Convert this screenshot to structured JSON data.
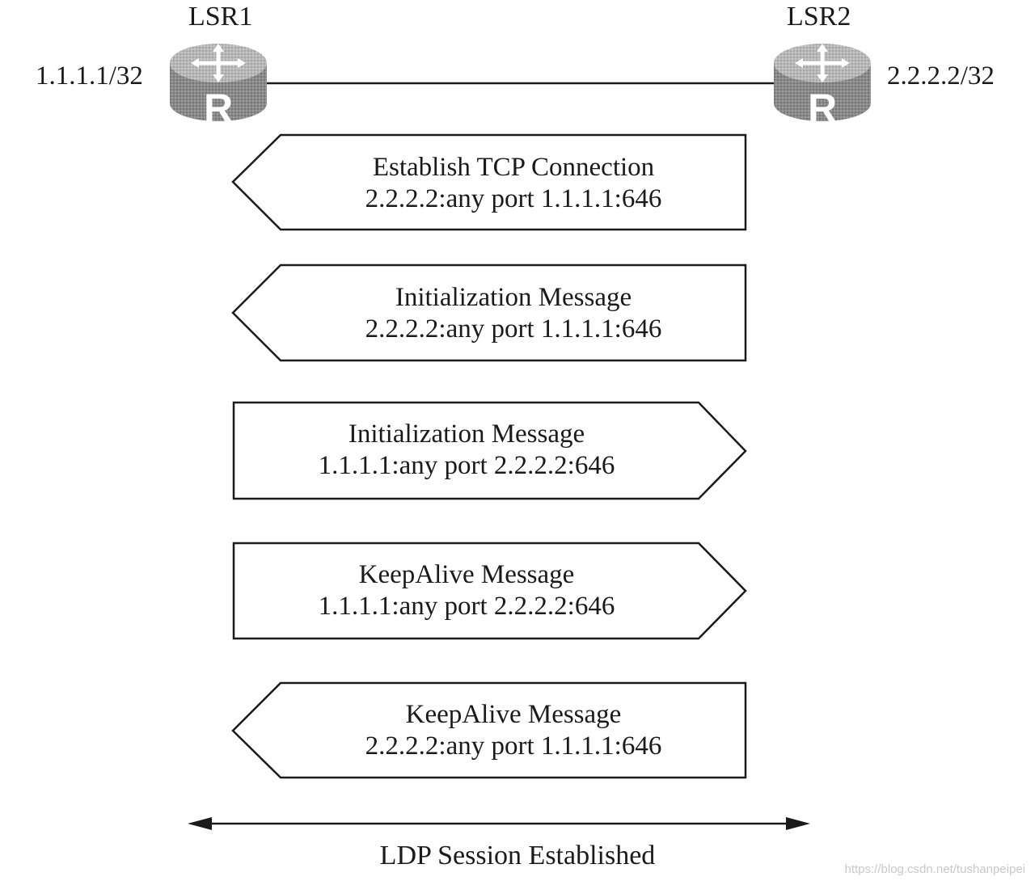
{
  "routers": {
    "left": {
      "name": "LSR1",
      "address": "1.1.1.1/32",
      "icon": "router-icon",
      "icon_letter": "R"
    },
    "right": {
      "name": "LSR2",
      "address": "2.2.2.2/32",
      "icon": "router-icon",
      "icon_letter": "R"
    }
  },
  "messages": [
    {
      "direction": "left",
      "title": "Establish TCP Connection",
      "detail": "2.2.2.2:any port 1.1.1.1:646"
    },
    {
      "direction": "left",
      "title": "Initialization Message",
      "detail": "2.2.2.2:any port 1.1.1.1:646"
    },
    {
      "direction": "right",
      "title": "Initialization Message",
      "detail": "1.1.1.1:any port 2.2.2.2:646"
    },
    {
      "direction": "right",
      "title": "KeepAlive Message",
      "detail": "1.1.1.1:any port 2.2.2.2:646"
    },
    {
      "direction": "left",
      "title": "KeepAlive Message",
      "detail": "2.2.2.2:any port 1.1.1.1:646"
    }
  ],
  "session": {
    "label": "LDP Session Established"
  },
  "watermark": "https://blog.csdn.net/tushanpeipei",
  "colors": {
    "ink": "#1a1a1a",
    "router_body": "#8f8f8f",
    "router_top": "#b5b5b5"
  }
}
